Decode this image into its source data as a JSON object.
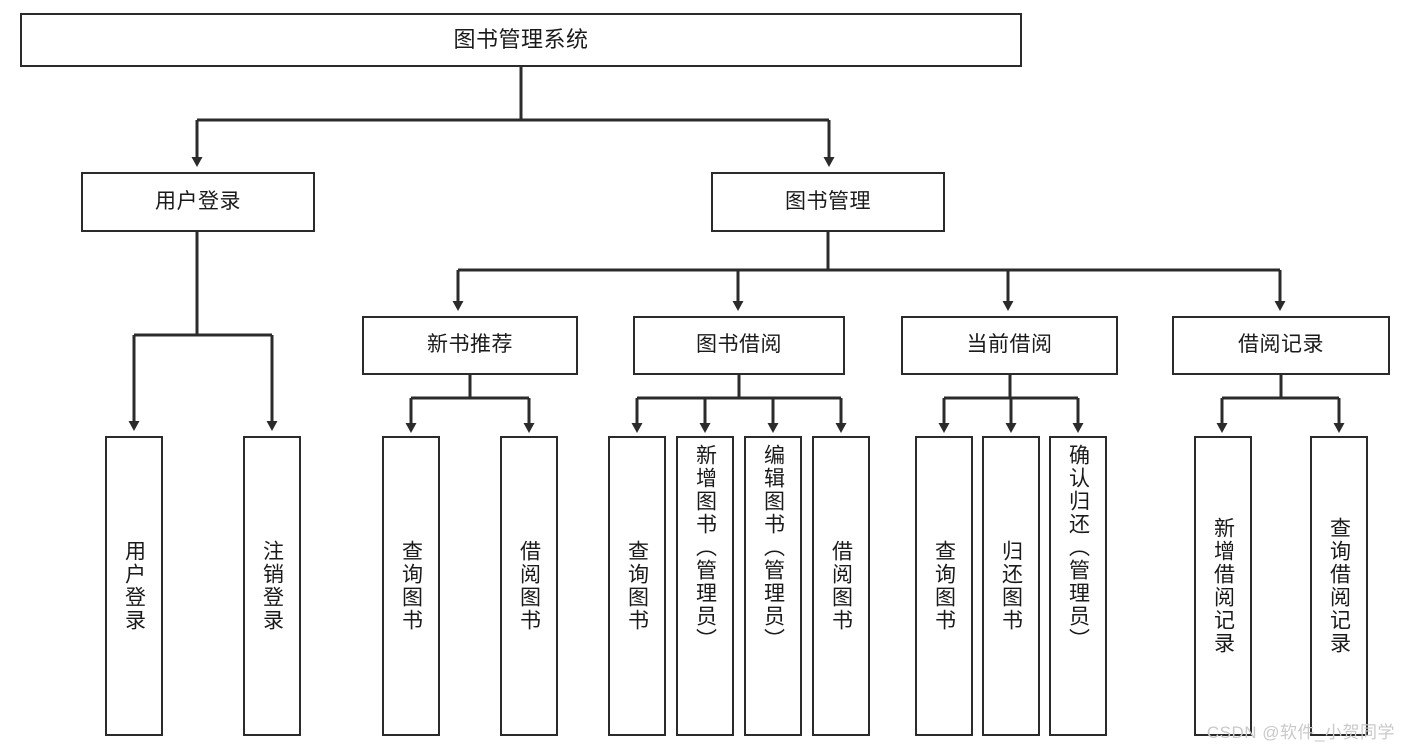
{
  "diagram": {
    "title": "图书管理系统",
    "watermark": "CSDN @软件_小贺同学",
    "stroke_color": "#2b2b2b",
    "background_color": "#ffffff",
    "text_color": "#1a1a1a",
    "watermark_color": "#c9c9c9"
  },
  "nodes": {
    "root": {
      "label": "图书管理系统"
    },
    "level1": [
      {
        "label": "用户登录"
      },
      {
        "label": "图书管理"
      }
    ],
    "level2": [
      {
        "label": "新书推荐"
      },
      {
        "label": "图书借阅"
      },
      {
        "label": "当前借阅"
      },
      {
        "label": "借阅记录"
      }
    ],
    "leaves_user_login": [
      {
        "label": "用户登录"
      },
      {
        "label": "注销登录"
      }
    ],
    "leaves_new_books": [
      {
        "label": "查询图书"
      },
      {
        "label": "借阅图书"
      }
    ],
    "leaves_borrow": [
      {
        "label": "查询图书"
      },
      {
        "label": "新增图书（管理员）"
      },
      {
        "label": "编辑图书（管理员）"
      },
      {
        "label": "借阅图书"
      }
    ],
    "leaves_current": [
      {
        "label": "查询图书"
      },
      {
        "label": "归还图书"
      },
      {
        "label": "确认归还（管理员）"
      }
    ],
    "leaves_records": [
      {
        "label": "新增借阅记录"
      },
      {
        "label": "查询借阅记录"
      }
    ]
  }
}
